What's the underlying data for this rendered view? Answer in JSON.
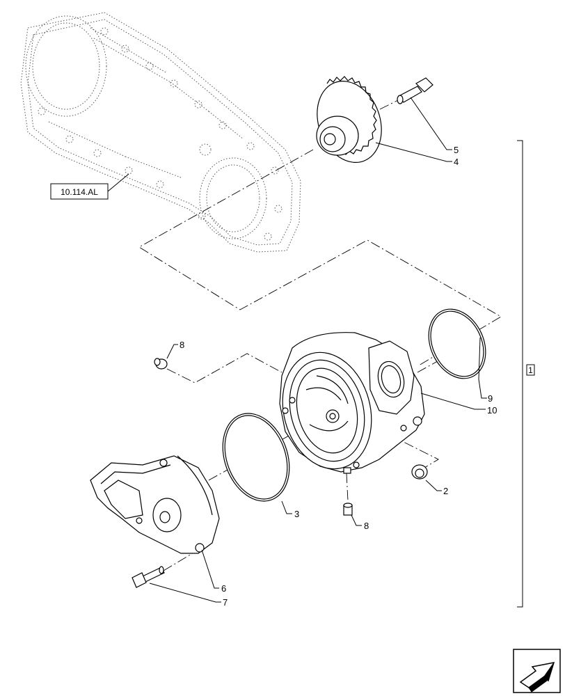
{
  "reference_label": "10.114.AL",
  "group_callout": "1",
  "callouts": {
    "c2": "2",
    "c3": "3",
    "c4": "4",
    "c5": "5",
    "c6": "6",
    "c7": "7",
    "c8a": "8",
    "c8b": "8",
    "c9": "9",
    "c10": "10"
  },
  "icons": {
    "nav": "arrow-navigation-icon"
  }
}
